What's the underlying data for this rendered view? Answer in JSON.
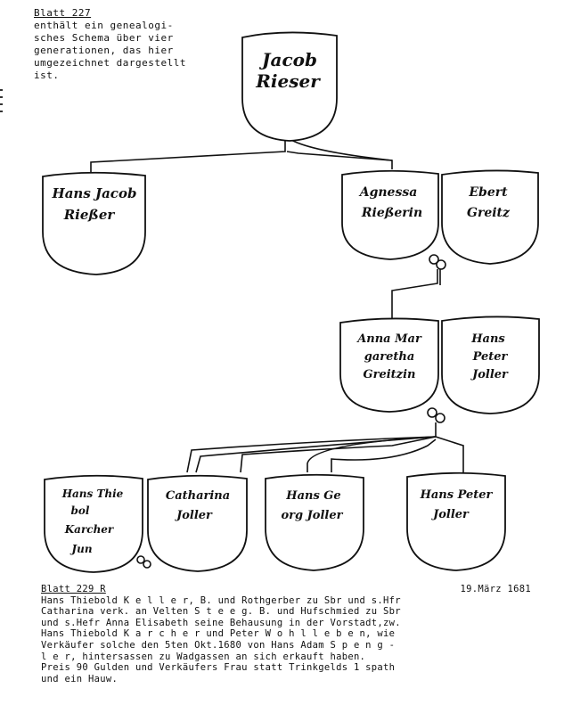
{
  "header": {
    "title": "Blatt 227",
    "lines": [
      "enthält ein genealogi-",
      "sches Schema über vier",
      "generationen, das hier",
      "umgezeichnet dargestellt",
      "ist."
    ]
  },
  "shields": {
    "g1": [
      "Jacob",
      "Rieser"
    ],
    "g2a": [
      "Hans Jacob",
      "Rießer"
    ],
    "g2b": [
      "Agnessa",
      "Rießerin"
    ],
    "g2c": [
      "Ebert",
      "Greitz"
    ],
    "g3a": [
      "Anna Mar",
      "garetha",
      "Greitzin"
    ],
    "g3b": [
      "Hans",
      "Peter",
      "Joller"
    ],
    "g4a": [
      "Hans Thie",
      "bol",
      "Karcher",
      "Jun"
    ],
    "g4b": [
      "Catharina",
      "Joller"
    ],
    "g4c": [
      "Hans Ge",
      "org Joller"
    ],
    "g4d": [
      "Hans Peter",
      "Joller"
    ]
  },
  "footer": {
    "page": "Blatt 229 R",
    "date": "19.März 1681",
    "lines": [
      "Hans Thiebold K e l l e r, B. und Rothgerber zu Sbr und s.Hfr",
      "Catharina verk. an Velten S t e e g. B. und Hufschmied zu Sbr",
      "und s.Hefr Anna Elisabeth seine Behausung in der Vorstadt,zw.",
      "Hans Thiebold K a r c h e r und Peter W o h l l e b e n, wie",
      "Verkäufer solche den 5ten Okt.1680 von Hans Adam S p e n g -",
      "l e r, hintersassen zu Wadgassen an sich erkauft haben.",
      "Preis 90 Gulden und Verkäufers Frau statt Trinkgelds 1 spath",
      "und ein Hauw."
    ]
  }
}
